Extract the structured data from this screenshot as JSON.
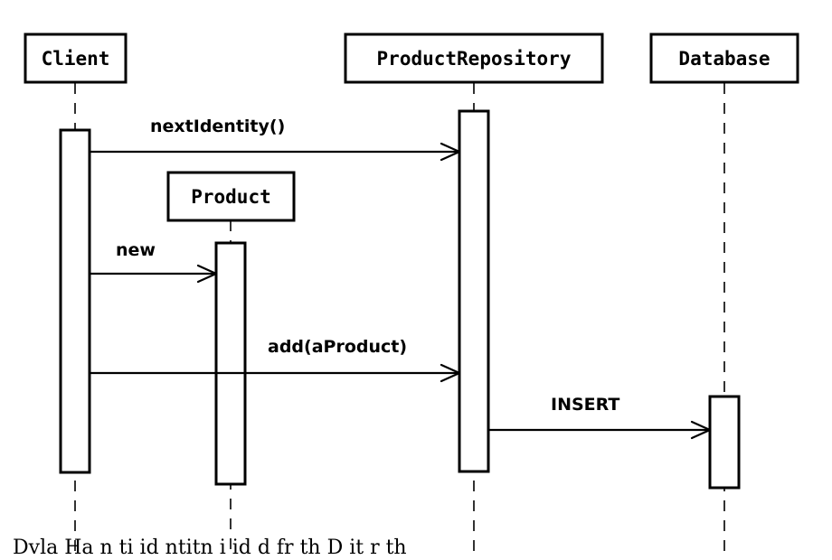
{
  "participants": {
    "client": "Client",
    "product_repository": "ProductRepository",
    "database": "Database",
    "product": "Product"
  },
  "messages": {
    "next_identity": "nextIdentity()",
    "new": "new",
    "add": "add(aProduct)",
    "insert": "INSERT"
  },
  "caption_fragment": "Dvla Ha   n ti   id ntitn i     id d fr   th  D      it r  th"
}
